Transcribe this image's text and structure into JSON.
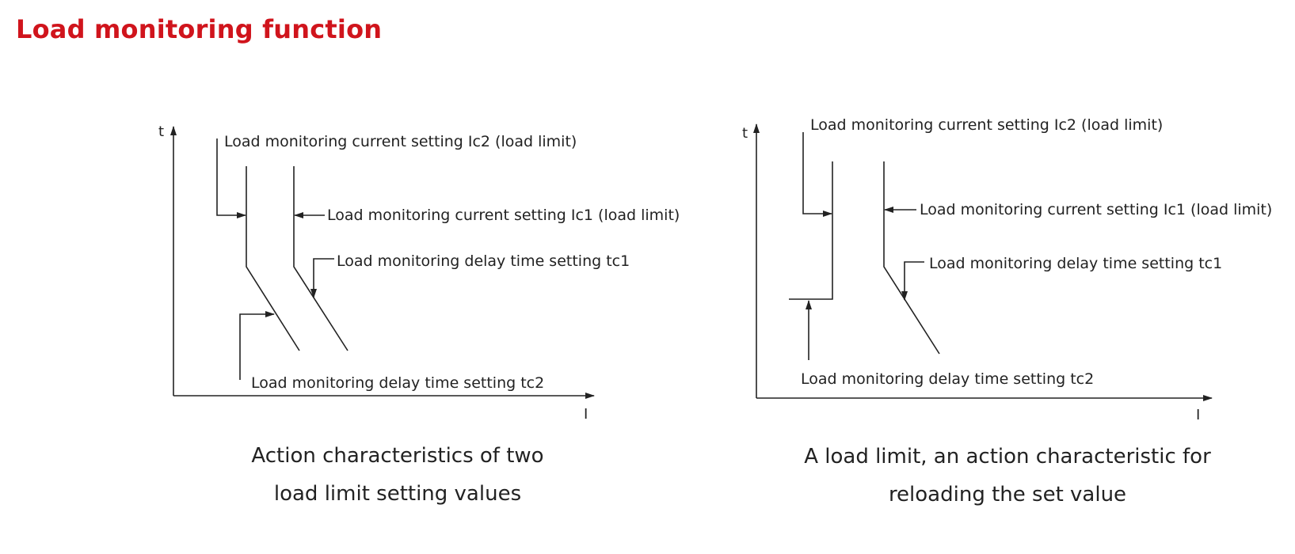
{
  "title": "Load monitoring function",
  "colors": {
    "title": "#d0141c",
    "line": "#222222",
    "text": "#222222"
  },
  "diagrams": [
    {
      "axis_y": "t",
      "axis_x": "I",
      "labels": {
        "ic2": "Load monitoring current setting Ic2 (load limit)",
        "ic1": "Load monitoring current setting Ic1 (load limit)",
        "tc1": "Load monitoring delay time setting tc1",
        "tc2": "Load monitoring delay time setting tc2"
      },
      "caption_line1": "Action characteristics of two",
      "caption_line2": "load limit setting values"
    },
    {
      "axis_y": "t",
      "axis_x": "I",
      "labels": {
        "ic2": "Load monitoring current setting Ic2 (load limit)",
        "ic1": "Load monitoring current setting Ic1 (load limit)",
        "tc1": "Load monitoring delay time setting tc1",
        "tc2": "Load monitoring delay time setting tc2"
      },
      "caption_line1": "A load limit, an action characteristic for",
      "caption_line2": "reloading the set value"
    }
  ]
}
